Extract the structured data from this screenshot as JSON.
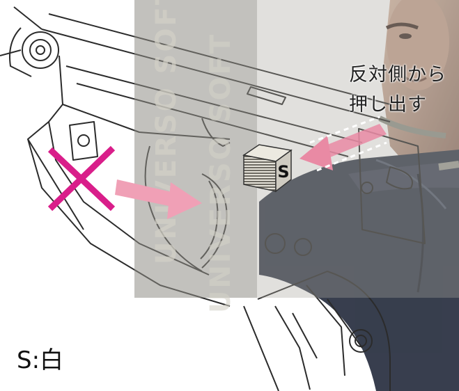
{
  "callout": {
    "line1": "反対側から",
    "line2": "押し出す"
  },
  "caption": {
    "text": "S:白"
  },
  "part_label": {
    "text": "S"
  },
  "watermark": {
    "line1": "UNIVERSO SOFT",
    "line2": "UNIVERSO SOFT"
  },
  "colors": {
    "cross_mark": "#d91e8a",
    "push_arrow": "#f0a0b6",
    "pull_arrow": "#e98aa4",
    "overlay": "#8f8e86",
    "line_art": "#2b2b2b",
    "part_face": "#c9c6bc",
    "jacket": "#2a3140",
    "skin": "#c9a48c"
  }
}
